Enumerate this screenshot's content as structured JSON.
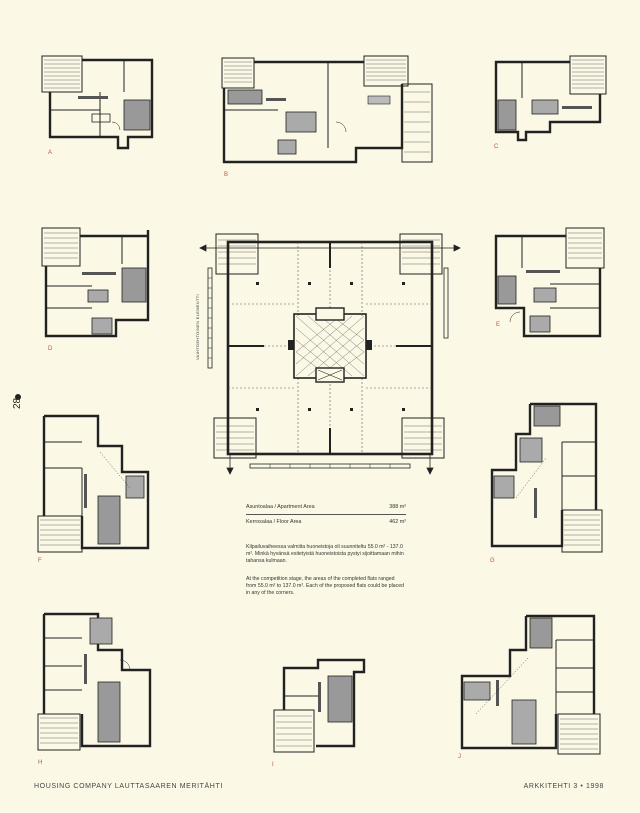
{
  "plans": {
    "a": "A",
    "b": "B",
    "c": "C",
    "d": "D",
    "e": "E",
    "f": "F",
    "g": "G",
    "h": "H",
    "i": "I",
    "j": "J"
  },
  "vertical_label": "VAIHTOEHTOINEN ELEMENTTI",
  "areas": {
    "apartment_label": "Asuntoalaa / Apartment Area",
    "apartment_value": "388 m²",
    "floor_label": "Kerrosalaa / Floor Area",
    "floor_value": "462 m²"
  },
  "desc_fi": "Kilpailuvaiheessa valmiita huoneistoja oli suunniteltu 55.0 m² - 137.0 m². Minkä hyvänsä esitetyistä huoneistoista pystyi sijoittamaan mihin tahansa kulmaan.",
  "desc_en": "At the competition stage, the areas of the completed flats ranged from 55.0 m² to 137.0 m². Each of the proposed flats could be placed in any of the corners.",
  "page_number": "28",
  "footer": {
    "left": "HOUSING COMPANY LAUTTASAAREN MERITÄHTI",
    "right": "ARKKITEHTI  3 • 1998"
  }
}
